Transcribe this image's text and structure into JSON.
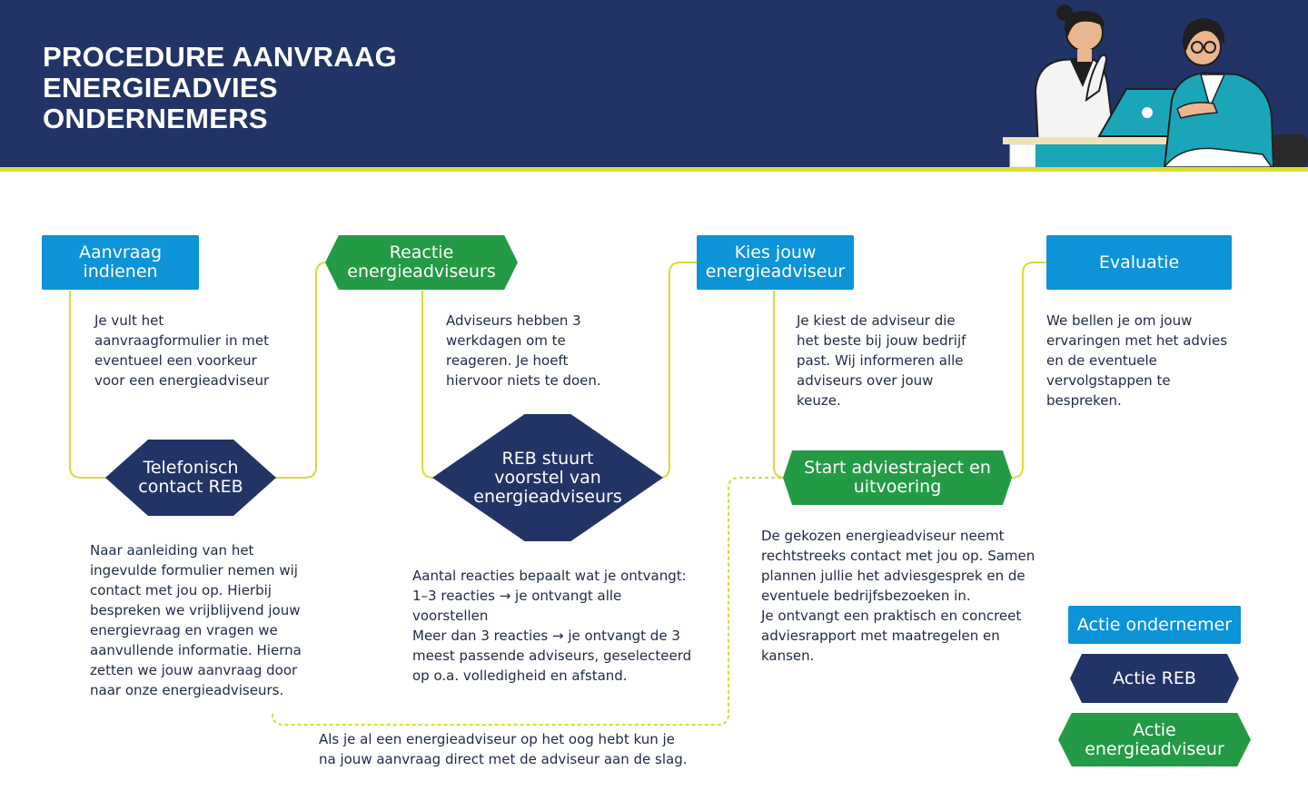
{
  "header": {
    "title_lines": [
      "PROCEDURE AANVRAAG",
      "ENERGIEADVIES",
      "ONDERNEMERS"
    ]
  },
  "colors": {
    "header_bg": "#223466",
    "accent_line": "#d9dc34",
    "blue": "#0c93d8",
    "green": "#239b44",
    "navy": "#223466"
  },
  "steps": {
    "aanvraag": {
      "label": "Aanvraag\nindienen",
      "description": "Je vult het\naanvraagformulier in met\neventueel een voorkeur\nvoor een energieadviseur"
    },
    "telefonisch": {
      "label": "Telefonisch\ncontact REB",
      "description": "Naar aanleiding van het\ningevulde formulier nemen wij\ncontact met jou op. Hierbij\nbespreken we vrijblijvend jouw\nenergievraag en vragen we\naanvullende informatie. Hierna\nzetten  we jouw aanvraag door\nnaar onze energieadviseurs."
    },
    "reactie": {
      "label": "Reactie\nenergieadviseurs",
      "description": "Adviseurs hebben 3\nwerkdagen om te\nreageren. Je hoeft\nhiervoor niets te doen."
    },
    "reb_stuurt": {
      "label": "REB stuurt\nvoorstel van\nenergieadviseurs",
      "description": "Aantal reacties bepaalt wat je ontvangt:\n1–3 reacties → je ontvangt alle\nvoorstellen\nMeer dan 3 reacties → je ontvangt de 3\nmeest passende adviseurs, geselecteerd\nop o.a. volledigheid en afstand."
    },
    "kies": {
      "label": "Kies jouw\nenergieadviseur",
      "description": "Je kiest de adviseur die\nhet beste bij jouw bedrijf\npast. Wij informeren alle\nadviseurs over jouw\nkeuze."
    },
    "start": {
      "label": "Start adviestraject en\nuitvoering",
      "description": "De gekozen energieadviseur neemt\nrechtstreeks contact met jou op. Samen\nplannen jullie het adviesgesprek en de\neventuele bedrijfsbezoeken in.\nJe ontvangt een praktisch en concreet\nadviesrapport met maatregelen en\nkansen."
    },
    "evaluatie": {
      "label": "Evaluatie",
      "description": "We bellen je om jouw\nervaringen met het advies\nen de eventuele\nvervolgstappen te\nbespreken."
    }
  },
  "shortcut_note": "Als je al een energieadviseur op het oog hebt kun je\nna jouw aanvraag direct met de adviseur aan de slag.",
  "legend": {
    "ondernemer": "Actie ondernemer",
    "reb": "Actie REB",
    "adviseur": "Actie\nenergieadviseur"
  },
  "illustration": {
    "icon": "people-with-laptop-illustration"
  }
}
